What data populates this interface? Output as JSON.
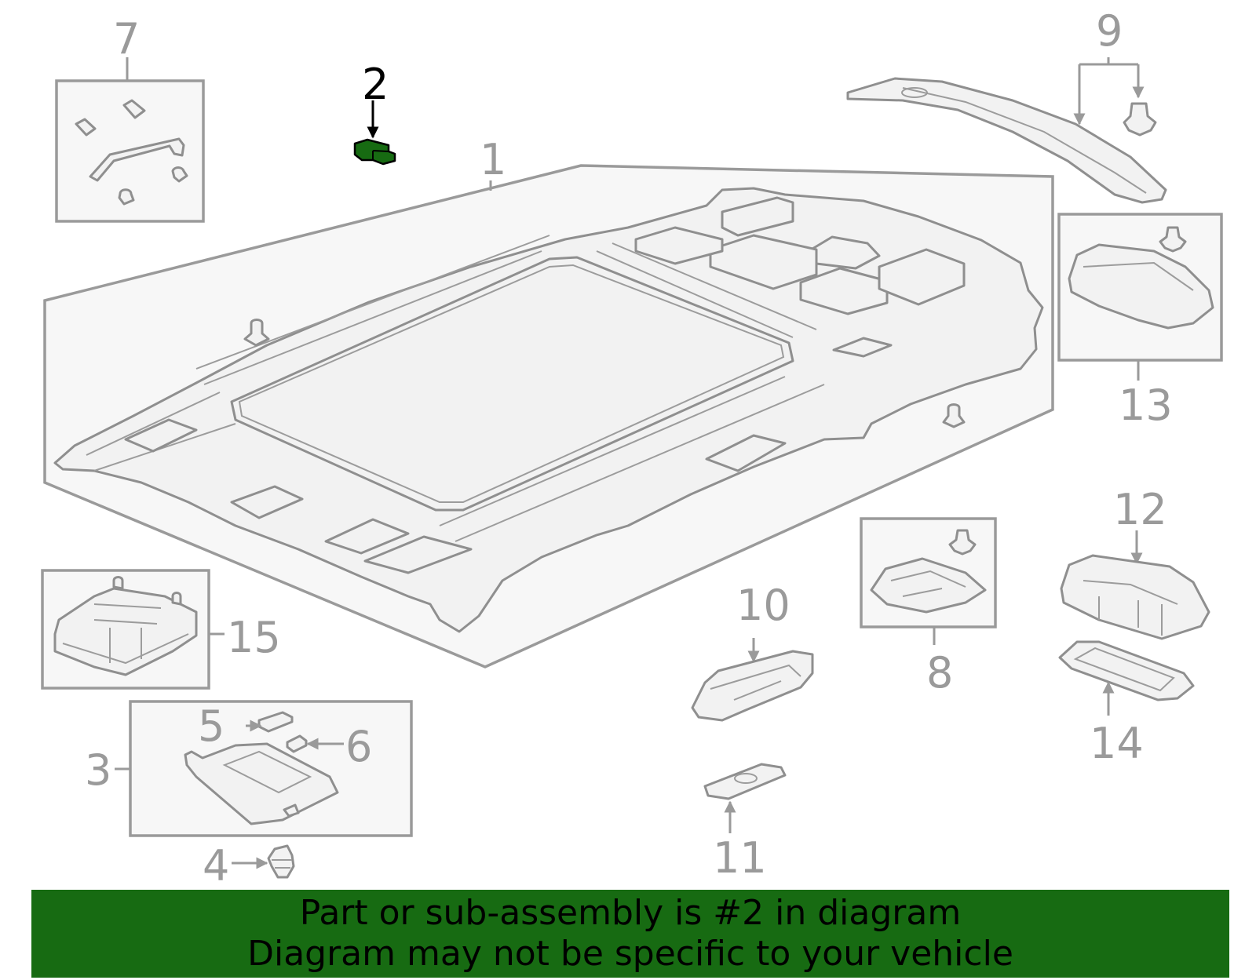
{
  "diagram": {
    "highlight_color": "#176b12",
    "callouts": {
      "c1": "1",
      "c2": "2",
      "c3": "3",
      "c4": "4",
      "c5": "5",
      "c6": "6",
      "c7": "7",
      "c8": "8",
      "c9": "9",
      "c10": "10",
      "c11": "11",
      "c12": "12",
      "c13": "13",
      "c14": "14",
      "c15": "15"
    }
  },
  "banner": {
    "line1": "Part or sub-assembly is #2 in diagram",
    "line2": "Diagram may not be specific to your vehicle",
    "background": "#176b12"
  }
}
